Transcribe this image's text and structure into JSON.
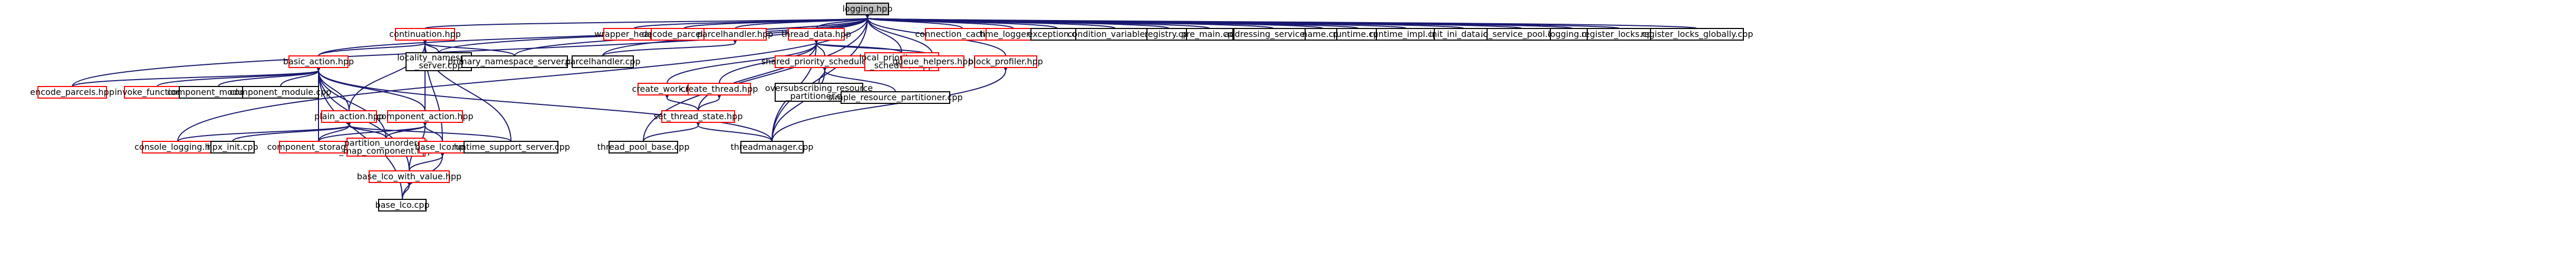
{
  "colors": {
    "edge": "#191970",
    "node_border_black": "#000000",
    "node_border_red": "#ff0000",
    "root_fill": "#bfbfbf",
    "node_fill": "#ffffff"
  },
  "nodes": [
    {
      "id": "root",
      "label": "logging.hpp",
      "kind": "root"
    },
    {
      "id": "continuation",
      "label": "continuation.hpp",
      "kind": "red"
    },
    {
      "id": "wrapper_heap",
      "label": "wrapper_heap.hpp",
      "kind": "red"
    },
    {
      "id": "decode_parcels_hpp",
      "label": "decode_parcels.hpp",
      "kind": "red"
    },
    {
      "id": "parcelhandler_hpp",
      "label": "parcelhandler.hpp",
      "kind": "red"
    },
    {
      "id": "thread_data",
      "label": "thread_data.hpp",
      "kind": "red"
    },
    {
      "id": "connection_cache",
      "label": "connection_cache.hpp",
      "kind": "red"
    },
    {
      "id": "time_logger",
      "label": "time_logger.hpp",
      "kind": "red"
    },
    {
      "id": "exception_cpp",
      "label": "exception.cpp",
      "kind": "black"
    },
    {
      "id": "condition_variable",
      "label": "condition_variable.cpp",
      "kind": "black"
    },
    {
      "id": "registry",
      "label": "registry.cpp",
      "kind": "black"
    },
    {
      "id": "pre_main",
      "label": "pre_main.cpp",
      "kind": "black"
    },
    {
      "id": "addressing_service",
      "label": "addressing_service.cpp",
      "kind": "black"
    },
    {
      "id": "name_cpp",
      "label": "name.cpp",
      "kind": "black"
    },
    {
      "id": "runtime_cpp",
      "label": "runtime.cpp",
      "kind": "black"
    },
    {
      "id": "runtime_impl",
      "label": "runtime_impl.cpp",
      "kind": "black"
    },
    {
      "id": "init_ini_data",
      "label": "init_ini_data.cpp",
      "kind": "black"
    },
    {
      "id": "io_service_pool",
      "label": "io_service_pool.cpp",
      "kind": "black"
    },
    {
      "id": "logging_cpp",
      "label": "logging.cpp",
      "kind": "black"
    },
    {
      "id": "register_locks",
      "label": "register_locks.cpp",
      "kind": "black"
    },
    {
      "id": "register_locks_globally",
      "label": "register_locks_globally.cpp",
      "kind": "black"
    },
    {
      "id": "basic_action",
      "label": "basic_action.hpp",
      "kind": "red"
    },
    {
      "id": "locality_namespace",
      "label": [
        "locality_namespace",
        "_server.cpp"
      ],
      "kind": "black"
    },
    {
      "id": "primary_namespace",
      "label": "primary_namespace_server.cpp",
      "kind": "black"
    },
    {
      "id": "parcelhandler_cpp",
      "label": "parcelhandler.cpp",
      "kind": "black"
    },
    {
      "id": "shared_priority",
      "label": "shared_priority_scheduler.hpp",
      "kind": "red"
    },
    {
      "id": "local_priority",
      "label": [
        "local_priority_queue",
        "_scheduler.hpp"
      ],
      "kind": "red"
    },
    {
      "id": "queue_helpers",
      "label": "queue_helpers.hpp",
      "kind": "red"
    },
    {
      "id": "block_profiler",
      "label": "block_profiler.hpp",
      "kind": "red"
    },
    {
      "id": "encode_parcels",
      "label": "encode_parcels.hpp",
      "kind": "red"
    },
    {
      "id": "invoke_function",
      "label": "invoke_function.hpp",
      "kind": "red"
    },
    {
      "id": "component_module_hpp",
      "label": "component_module.hpp",
      "kind": "black"
    },
    {
      "id": "component_module_cpp",
      "label": "component_module.cpp",
      "kind": "black"
    },
    {
      "id": "create_work",
      "label": "create_work.hpp",
      "kind": "red"
    },
    {
      "id": "create_thread",
      "label": "create_thread.hpp",
      "kind": "red"
    },
    {
      "id": "oversubscribing",
      "label": [
        "oversubscribing_resource",
        "_partitioner.cpp"
      ],
      "kind": "black"
    },
    {
      "id": "simple_resource",
      "label": "simple_resource_partitioner.cpp",
      "kind": "black"
    },
    {
      "id": "plain_action",
      "label": "plain_action.hpp",
      "kind": "red"
    },
    {
      "id": "component_action",
      "label": "component_action.hpp",
      "kind": "red"
    },
    {
      "id": "set_thread_state",
      "label": "set_thread_state.hpp",
      "kind": "red"
    },
    {
      "id": "component_storage",
      "label": "component_storage.hpp",
      "kind": "red"
    },
    {
      "id": "partition_unordered",
      "label": [
        "partition_unordered",
        "_map_component.hpp"
      ],
      "kind": "red"
    },
    {
      "id": "console_logging",
      "label": "console_logging.hpp",
      "kind": "red"
    },
    {
      "id": "hpx_init",
      "label": "hpx_init.cpp",
      "kind": "black"
    },
    {
      "id": "base_lco",
      "label": "base_lco.hpp",
      "kind": "red"
    },
    {
      "id": "runtime_support",
      "label": "runtime_support_server.cpp",
      "kind": "black"
    },
    {
      "id": "thread_pool_base",
      "label": "thread_pool_base.cpp",
      "kind": "black"
    },
    {
      "id": "threadmanager",
      "label": "threadmanager.cpp",
      "kind": "black"
    },
    {
      "id": "base_lco_with_value",
      "label": "base_lco_with_value.hpp",
      "kind": "red"
    },
    {
      "id": "base_lco_cpp",
      "label": "base_lco.cpp",
      "kind": "black"
    }
  ]
}
